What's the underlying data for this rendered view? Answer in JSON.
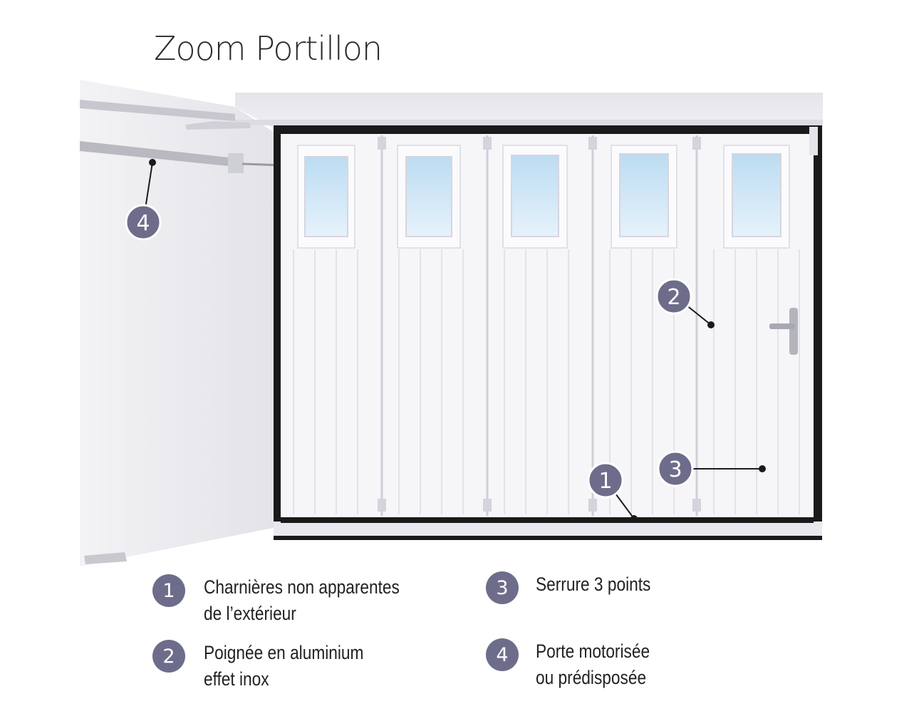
{
  "title": "Zoom Portillon",
  "colors": {
    "badge": "#6d6d8b",
    "frame": "#1a1a1a",
    "wall": "#e9e9ee",
    "door": "#f6f6f9"
  },
  "callouts": [
    {
      "num": "1"
    },
    {
      "num": "2"
    },
    {
      "num": "3"
    },
    {
      "num": "4"
    }
  ],
  "legend": [
    {
      "num": "1",
      "line1": "Charnières non apparentes",
      "line2": "de l’extérieur"
    },
    {
      "num": "2",
      "line1": "Poignée en aluminium",
      "line2": "effet inox"
    },
    {
      "num": "3",
      "line1": "Serrure 3 points",
      "line2": ""
    },
    {
      "num": "4",
      "line1": "Porte motorisée",
      "line2": "ou prédisposée"
    }
  ]
}
